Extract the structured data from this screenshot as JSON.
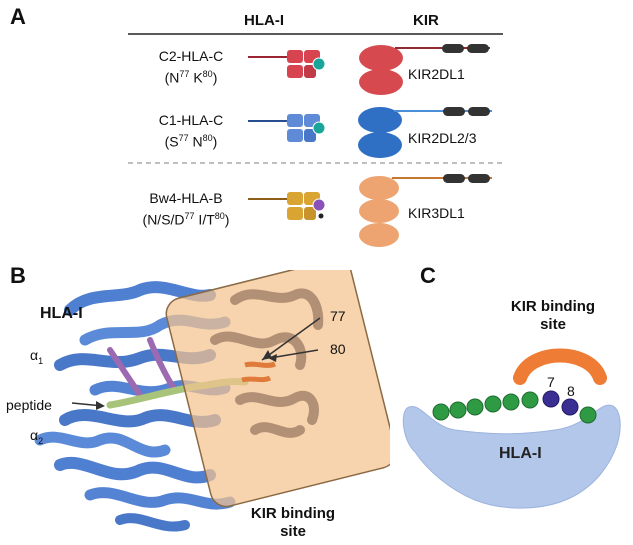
{
  "panel_a": {
    "letter": "A",
    "header_left": "HLA-I",
    "header_right": "KIR",
    "rows": [
      {
        "hla_name": "C2-HLA-C",
        "hla_motif": "(N",
        "m1": "77",
        "mid": " K",
        "m2": "80",
        "end": ")",
        "kir": "KIR2DL1"
      },
      {
        "hla_name": "C1-HLA-C",
        "hla_motif": "(S",
        "m1": "77",
        "mid": " N",
        "m2": "80",
        "end": ")",
        "kir": "KIR2DL2/3"
      },
      {
        "hla_name": "Bw4-HLA-B",
        "hla_motif": "(N/S/D",
        "m1": "77",
        "mid": " I/T",
        "m2": "80",
        "end": ")",
        "kir": "KIR3DL1"
      }
    ],
    "colors": {
      "c2": "#d7434f",
      "c1": "#4a78c8",
      "bw4": "#d9a431",
      "kir2dl1": "#d64a4f",
      "kir2dl23": "#2f6fc4",
      "kir3dl1": "#eda471",
      "tail": "#333333",
      "teal": "#1aa59a",
      "purple": "#7b4bb0"
    }
  },
  "panel_b": {
    "letter": "B",
    "hla_label": "HLA-I",
    "a1": "α",
    "a1_sub": "1",
    "a2": "α",
    "a2_sub": "2",
    "peptide": "peptide",
    "pos77": "77",
    "pos80": "80",
    "kir_site_1": "KIR binding",
    "kir_site_2": "site"
  },
  "panel_c": {
    "letter": "C",
    "kir_site_1": "KIR binding",
    "kir_site_2": "site",
    "hla_label": "HLA-I",
    "pos7": "7",
    "pos8": "8"
  }
}
